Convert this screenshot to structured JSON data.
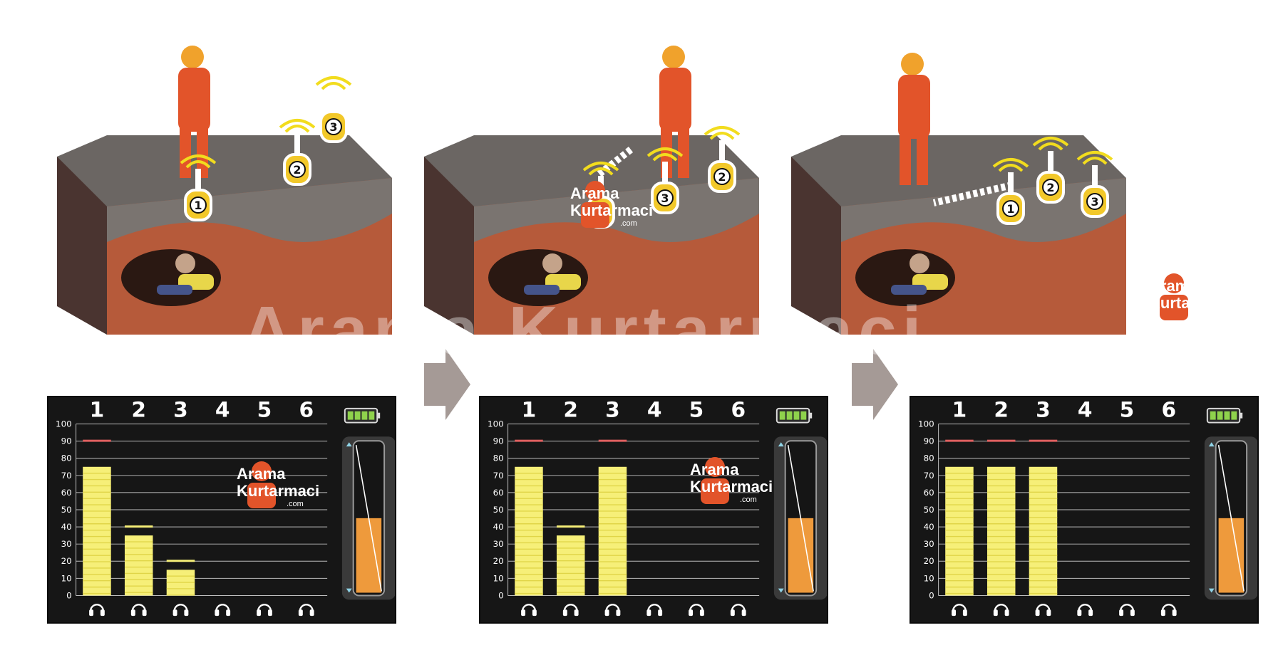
{
  "watermark": "Arama Kurtarmaci",
  "logo": {
    "line1": "Arama",
    "line2": "Kurtarmaci",
    "line3": ".com"
  },
  "colors": {
    "signal_yellow": "#f2dc1e",
    "rescuer_orange": "#e2542a",
    "soil_red": "#b65a3a",
    "bar_yellow": "#f6ef78",
    "peak_red": "#e06060",
    "battery_green": "#8fd24c",
    "arrow_grey": "#a59a96"
  },
  "channels": [
    "1",
    "2",
    "3",
    "4",
    "5",
    "6"
  ],
  "y_ticks": [
    "100",
    "90",
    "80",
    "70",
    "60",
    "50",
    "40",
    "30",
    "20",
    "10",
    "0"
  ],
  "icons": {
    "channel": "headphones-icon",
    "battery": "battery-icon",
    "step": "arrow-right-icon"
  },
  "panels": [
    {
      "id": "step-1",
      "sensors": [
        "1",
        "2",
        "3"
      ]
    },
    {
      "id": "step-2",
      "sensors": [
        "1",
        "3",
        "2"
      ]
    },
    {
      "id": "step-3",
      "sensors": [
        "1",
        "2",
        "3"
      ]
    }
  ],
  "chart_data": [
    {
      "type": "bar",
      "categories": [
        "1",
        "2",
        "3",
        "4",
        "5",
        "6"
      ],
      "values": [
        75,
        35,
        15,
        0,
        0,
        0
      ],
      "peaks": [
        90,
        40,
        20,
        null,
        null,
        null
      ],
      "ylim": [
        0,
        100
      ],
      "gain_level": 0.5
    },
    {
      "type": "bar",
      "categories": [
        "1",
        "2",
        "3",
        "4",
        "5",
        "6"
      ],
      "values": [
        75,
        35,
        75,
        0,
        0,
        0
      ],
      "peaks": [
        90,
        40,
        90,
        null,
        null,
        null
      ],
      "ylim": [
        0,
        100
      ],
      "gain_level": 0.5
    },
    {
      "type": "bar",
      "categories": [
        "1",
        "2",
        "3",
        "4",
        "5",
        "6"
      ],
      "values": [
        75,
        75,
        75,
        0,
        0,
        0
      ],
      "peaks": [
        90,
        90,
        90,
        null,
        null,
        null
      ],
      "ylim": [
        0,
        100
      ],
      "gain_level": 0.5
    }
  ]
}
